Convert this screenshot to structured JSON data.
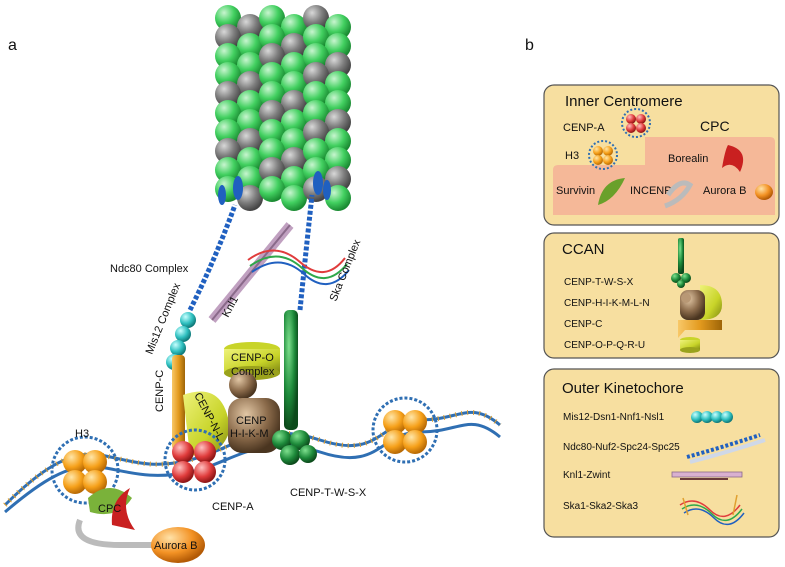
{
  "panel_a": {
    "letter": "a",
    "labels": {
      "ndc80": "Ndc80 Complex",
      "mis12": "Mis12 Complex",
      "knl1": "Knl1",
      "ska": "Ska Complex",
      "cenp_c": "CENP-C",
      "cenp_nl": "CENP-N-L",
      "cenp_o_1": "CENP-O",
      "cenp_o_2": "Complex",
      "cenp_hikm_1": "CENP",
      "cenp_hikm_2": "H-I-K-M",
      "h3": "H3",
      "cpc": "CPC",
      "cenp_a": "CENP-A",
      "cenp_twsx": "CENP-T-W-S-X",
      "aurora_b": "Aurora B"
    }
  },
  "panel_b": {
    "letter": "b",
    "inner": {
      "title": "Inner Centromere",
      "cenp_a": "CENP-A",
      "h3": "H3",
      "cpc": "CPC",
      "borealin": "Borealin",
      "survivin": "Survivin",
      "incenp": "INCENP",
      "aurora_b": "Aurora B"
    },
    "ccan": {
      "title": "CCAN",
      "items": [
        "CENP-T-W-S-X",
        "CENP-H-I-K-M-L-N",
        "CENP-C",
        "CENP-O-P-Q-R-U"
      ]
    },
    "outer": {
      "title": "Outer Kinetochore",
      "items": [
        "Mis12-Dsn1-Nnf1-Nsl1",
        "Ndc80-Nuf2-Spc24-Spc25",
        "Knl1-Zwint",
        "Ska1-Ska2-Ska3"
      ]
    }
  },
  "colors": {
    "box_fill": "#f7dfa0",
    "box_stroke": "#555555",
    "cpc_region": "#f5b898",
    "dna": "#2f6fb3",
    "tubulin_green": "#3ecf5c",
    "tubulin_gray": "#7b7b7b",
    "cenp_a_red": "#e03c3c",
    "h3_orange": "#f6a019",
    "aurora_orange": "#f39224",
    "cenp_c_gold": "#e39a1e",
    "cenp_nl_yellow": "#c8d429",
    "hikm_brown": "#8a6a4a",
    "twsx_green": "#1d8a3a",
    "mis12_teal": "#2fc0c0"
  }
}
